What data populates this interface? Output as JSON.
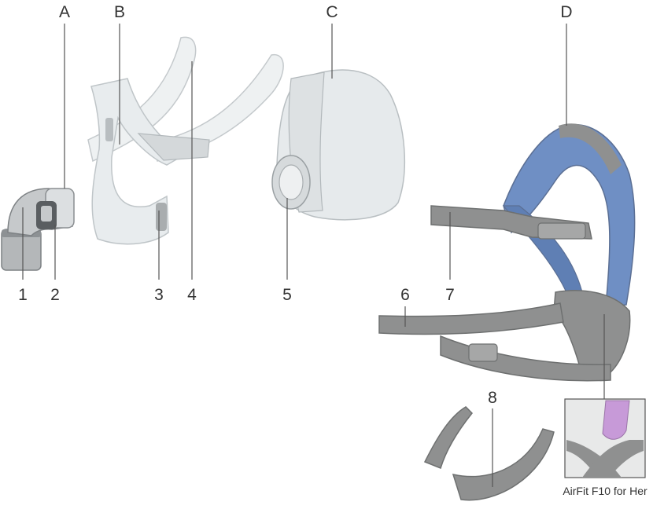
{
  "labels": {
    "A": "A",
    "B": "B",
    "C": "C",
    "D": "D",
    "n1": "1",
    "n2": "2",
    "n3": "3",
    "n4": "4",
    "n5": "5",
    "n6": "6",
    "n7": "7",
    "n8": "8"
  },
  "inset_caption": "AirFit F10 for Her",
  "colors": {
    "headgear_grey": "#8f9090",
    "headgear_blue": "#6f8fc4",
    "her_pink": "#c79ad8",
    "frame_clear": "#e3e7e9",
    "elbow_grey": "#9b9ea0"
  }
}
